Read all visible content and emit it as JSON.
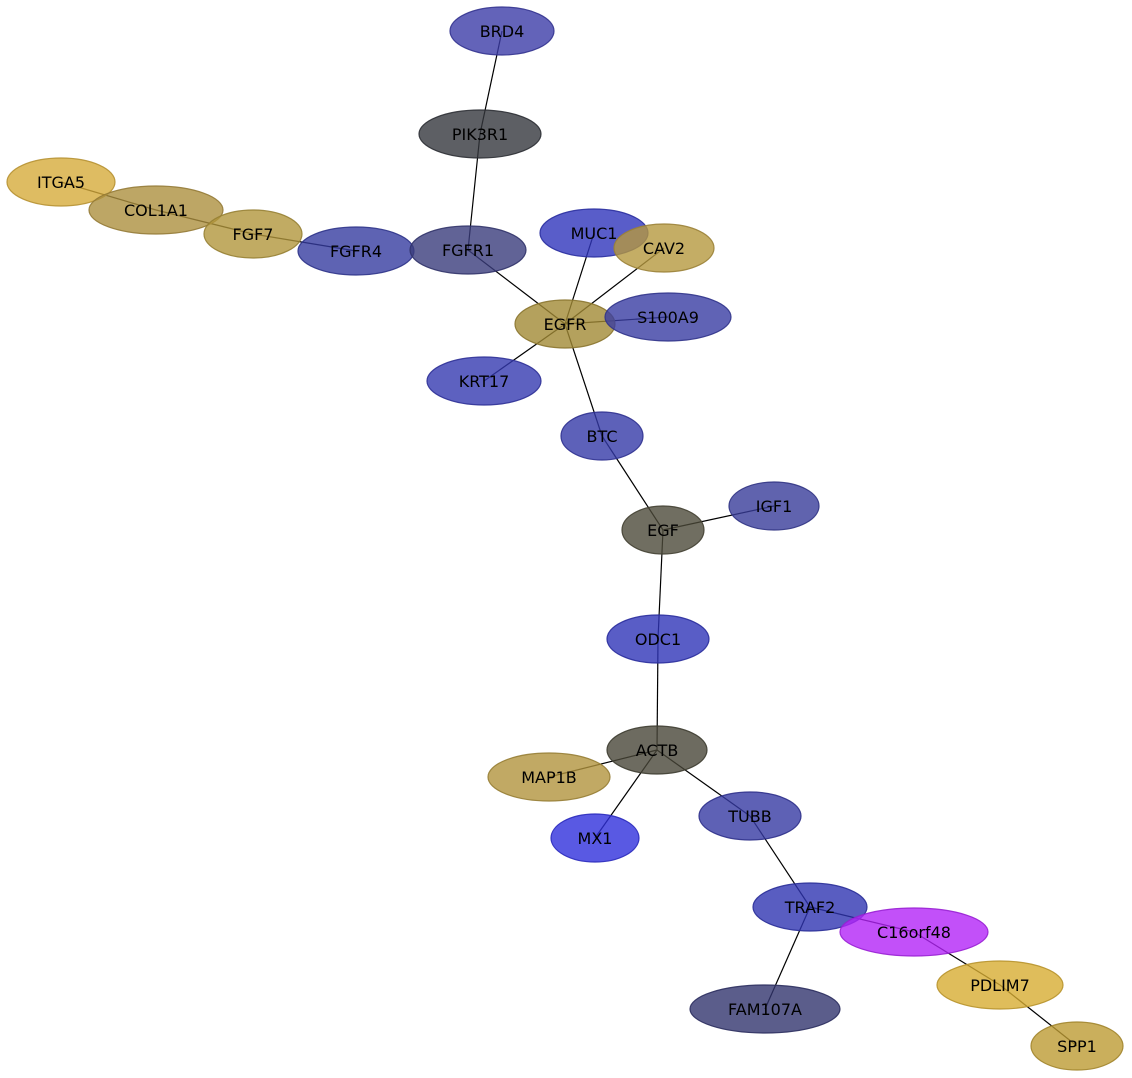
{
  "network": {
    "nodes": [
      {
        "id": "BRD4",
        "label": "BRD4",
        "color": "#3c3ca8"
      },
      {
        "id": "PIK3R1",
        "label": "PIK3R1",
        "color": "#34373d"
      },
      {
        "id": "ITGA5",
        "label": "ITGA5",
        "color": "#d6ab3b"
      },
      {
        "id": "COL1A1",
        "label": "COL1A1",
        "color": "#ad903f"
      },
      {
        "id": "FGF7",
        "label": "FGF7",
        "color": "#b1963c"
      },
      {
        "id": "FGFR4",
        "label": "FGFR4",
        "color": "#363ca0"
      },
      {
        "id": "FGFR1",
        "label": "FGFR1",
        "color": "#3a3c7c"
      },
      {
        "id": "MUC1",
        "label": "MUC1",
        "color": "#3035bb"
      },
      {
        "id": "CAV2",
        "label": "CAV2",
        "color": "#b5983f"
      },
      {
        "id": "EGFR",
        "label": "EGFR",
        "color": "#a18935"
      },
      {
        "id": "S100A9",
        "label": "S100A9",
        "color": "#383ca2"
      },
      {
        "id": "KRT17",
        "label": "KRT17",
        "color": "#3539b0"
      },
      {
        "id": "BTC",
        "label": "BTC",
        "color": "#3539a8"
      },
      {
        "id": "IGF1",
        "label": "IGF1",
        "color": "#383c9a"
      },
      {
        "id": "EGF",
        "label": "EGF",
        "color": "#4c4a3a"
      },
      {
        "id": "ODC1",
        "label": "ODC1",
        "color": "#3034b8"
      },
      {
        "id": "ACTB",
        "label": "ACTB",
        "color": "#484638"
      },
      {
        "id": "MAP1B",
        "label": "MAP1B",
        "color": "#b1933d"
      },
      {
        "id": "MX1",
        "label": "MX1",
        "color": "#3030dc"
      },
      {
        "id": "TUBB",
        "label": "TUBB",
        "color": "#3639a2"
      },
      {
        "id": "TRAF2",
        "label": "TRAF2",
        "color": "#3035b2"
      },
      {
        "id": "C16orf48",
        "label": "C16orf48",
        "color": "#b324f8"
      },
      {
        "id": "PDLIM7",
        "label": "PDLIM7",
        "color": "#d7ac32"
      },
      {
        "id": "FAM107A",
        "label": "FAM107A",
        "color": "#32356e"
      },
      {
        "id": "SPP1",
        "label": "SPP1",
        "color": "#bd9b33"
      }
    ],
    "edges": [
      {
        "source": "BRD4",
        "target": "PIK3R1",
        "color": "#000000"
      },
      {
        "source": "PIK3R1",
        "target": "FGFR1",
        "color": "#000000"
      },
      {
        "source": "ITGA5",
        "target": "COL1A1",
        "color": "#a08010"
      },
      {
        "source": "COL1A1",
        "target": "FGF7",
        "color": "#a08010"
      },
      {
        "source": "FGF7",
        "target": "FGFR4",
        "color": "#000000"
      },
      {
        "source": "FGFR1",
        "target": "EGFR",
        "color": "#000000"
      },
      {
        "source": "MUC1",
        "target": "EGFR",
        "color": "#000000"
      },
      {
        "source": "CAV2",
        "target": "EGFR",
        "color": "#000000"
      },
      {
        "source": "S100A9",
        "target": "EGFR",
        "color": "#000000"
      },
      {
        "source": "KRT17",
        "target": "EGFR",
        "color": "#000000"
      },
      {
        "source": "EGFR",
        "target": "BTC",
        "color": "#000000"
      },
      {
        "source": "BTC",
        "target": "EGF",
        "color": "#000000"
      },
      {
        "source": "IGF1",
        "target": "EGF",
        "color": "#000000"
      },
      {
        "source": "EGF",
        "target": "ODC1",
        "color": "#000000"
      },
      {
        "source": "ODC1",
        "target": "ACTB",
        "color": "#000000"
      },
      {
        "source": "MAP1B",
        "target": "ACTB",
        "color": "#000000"
      },
      {
        "source": "ACTB",
        "target": "MX1",
        "color": "#000000"
      },
      {
        "source": "ACTB",
        "target": "TUBB",
        "color": "#000000"
      },
      {
        "source": "TUBB",
        "target": "TRAF2",
        "color": "#000000"
      },
      {
        "source": "TRAF2",
        "target": "FAM107A",
        "color": "#000000"
      },
      {
        "source": "TRAF2",
        "target": "C16orf48",
        "color": "#000000"
      },
      {
        "source": "C16orf48",
        "target": "PDLIM7",
        "color": "#000000"
      },
      {
        "source": "PDLIM7",
        "target": "SPP1",
        "color": "#000000"
      }
    ]
  }
}
